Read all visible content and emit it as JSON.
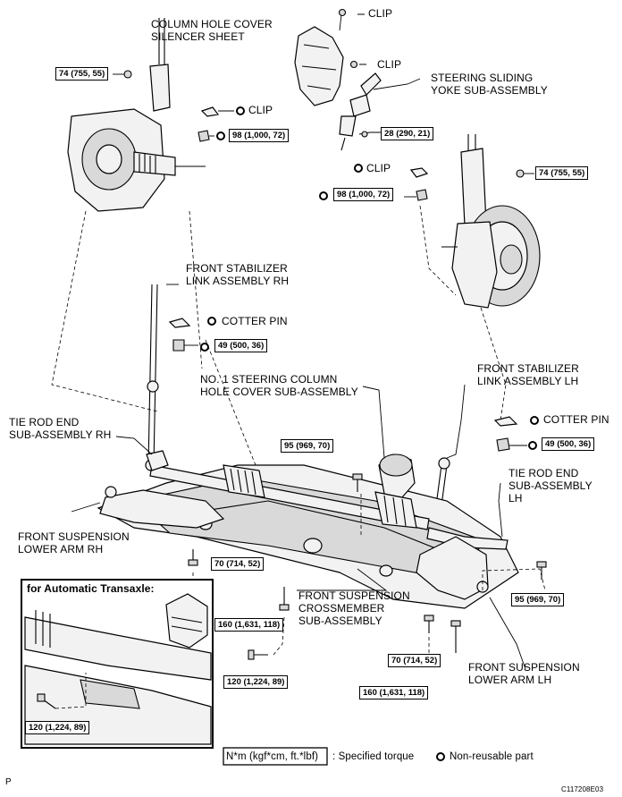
{
  "labels": {
    "column_hole_cover": [
      "COLUMN HOLE COVER",
      "SILENCER SHEET"
    ],
    "clip": "CLIP",
    "steering_sliding_yoke": [
      "STEERING SLIDING",
      "YOKE SUB-ASSEMBLY"
    ],
    "front_stabilizer_link_rh": [
      "FRONT STABILIZER",
      "LINK ASSEMBLY RH"
    ],
    "cotter_pin": "COTTER PIN",
    "no1_steering_column_hole_cover": [
      "NO. 1 STEERING COLUMN",
      "HOLE COVER SUB-ASSEMBLY"
    ],
    "front_stabilizer_link_lh": [
      "FRONT STABILIZER",
      "LINK ASSEMBLY LH"
    ],
    "tie_rod_end_rh": [
      "TIE ROD END",
      "SUB-ASSEMBLY RH"
    ],
    "tie_rod_end_lh": [
      "TIE ROD END",
      "SUB-ASSEMBLY",
      "LH"
    ],
    "front_suspension_lower_arm_rh": [
      "FRONT SUSPENSION",
      "LOWER ARM RH"
    ],
    "front_suspension_crossmember": [
      "FRONT SUSPENSION",
      "CROSSMEMBER",
      "SUB-ASSEMBLY"
    ],
    "front_suspension_lower_arm_lh": [
      "FRONT SUSPENSION",
      "LOWER ARM LH"
    ],
    "for_automatic_transaxle": "for Automatic Transaxle:"
  },
  "torques": {
    "t74_rh": "74 (755, 55)",
    "t98_rh": "98 (1,000, 72)",
    "t28": "28 (290, 21)",
    "t74_lh": "74 (755, 55)",
    "t98_lh": "98 (1,000, 72)",
    "t49_rh": "49 (500, 36)",
    "t95_center": "95 (969, 70)",
    "t49_lh": "49 (500, 36)",
    "t70_left": "70 (714, 52)",
    "t95_right": "95 (969, 70)",
    "t160_left": "160 (1,631, 118)",
    "t120_main": "120 (1,224, 89)",
    "t70_right": "70 (714, 52)",
    "t160_right": "160 (1,631, 118)",
    "t120_inset": "120 (1,224, 89)"
  },
  "legend": {
    "torque_unit": "N*m (kgf*cm, ft.*lbf)",
    "specified_torque": ": Specified torque",
    "non_reusable": "Non-reusable part"
  },
  "footer": {
    "page_marker": "P",
    "figure_code": "C117208E03"
  }
}
